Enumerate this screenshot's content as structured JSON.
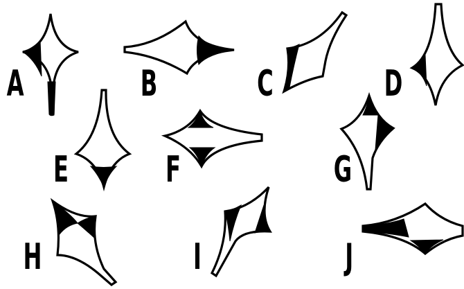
{
  "labels": [
    "A",
    "B",
    "C",
    "D",
    "E",
    "F",
    "G",
    "H",
    "I",
    "J"
  ]
}
